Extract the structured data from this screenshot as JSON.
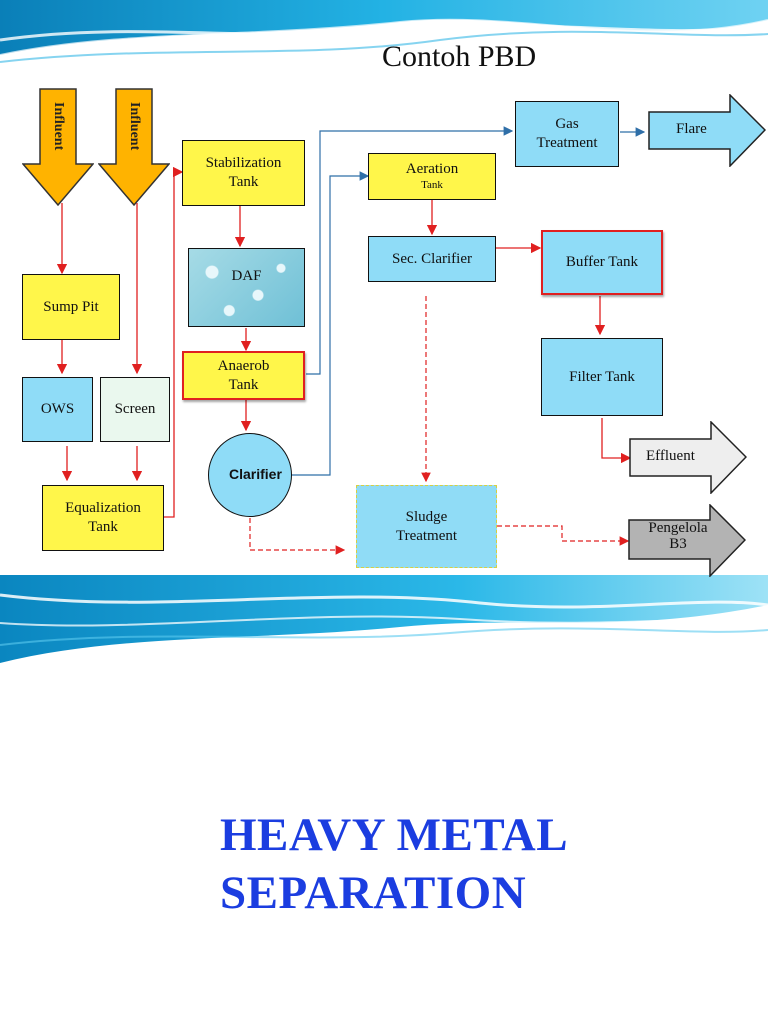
{
  "slide": {
    "title": "Contoh PBD",
    "heading_line1": "HEAVY METAL",
    "heading_line2": "SEPARATION"
  },
  "nodes": {
    "influent1": "Influent",
    "influent2": "Influent",
    "sump_pit": "Sump Pit",
    "ows": "OWS",
    "screen": "Screen",
    "equalization_1": "Equalization",
    "equalization_2": "Tank",
    "stabilization_1": "Stabilization",
    "stabilization_2": "Tank",
    "daf": "DAF",
    "anaerob_1": "Anaerob",
    "anaerob_2": "Tank",
    "clarifier": "Clarifier",
    "aeration_1": "Aeration",
    "aeration_2": "Tank",
    "sec_clarifier": "Sec. Clarifier",
    "gas_1": "Gas",
    "gas_2": "Treatment",
    "flare": "Flare",
    "buffer_tank": "Buffer Tank",
    "filter_tank": "Filter Tank",
    "effluent": "Effluent",
    "sludge_1": "Sludge",
    "sludge_2": "Treatment",
    "pengelola_1": "Pengelola",
    "pengelola_2": "B3"
  },
  "colors": {
    "yellow": "#fff64a",
    "blue": "#8fdcf7",
    "arrow_orange": "#ffb300",
    "heading_blue": "#1b3de0",
    "red_connector": "#e02020",
    "blue_connector": "#2f6fa8"
  }
}
